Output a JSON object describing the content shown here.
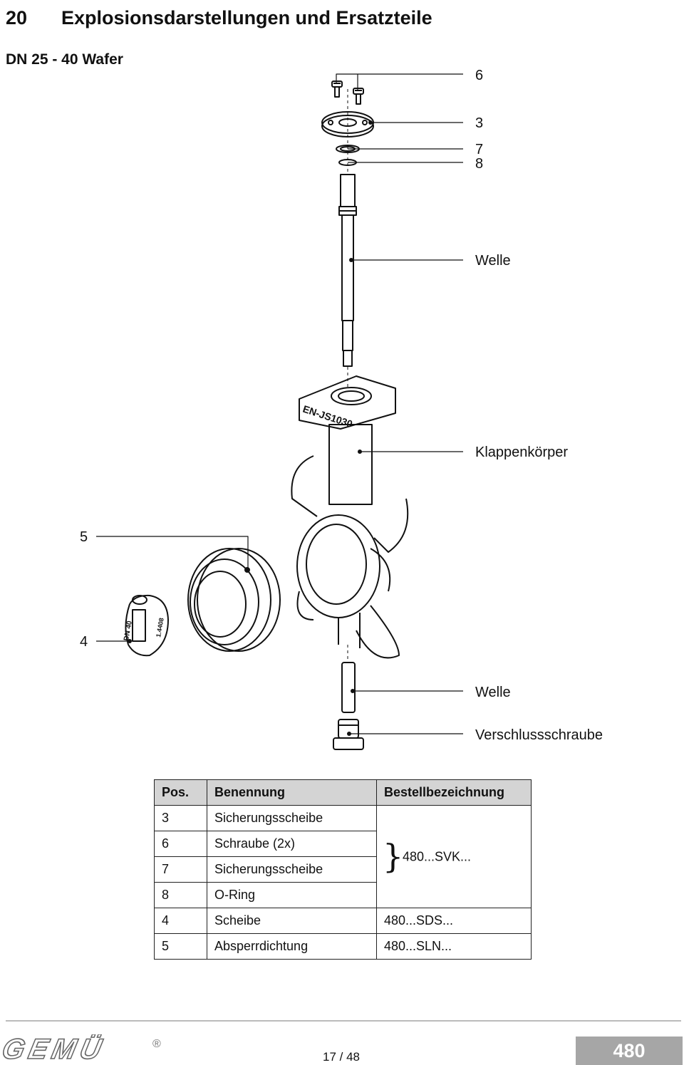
{
  "section": {
    "number": "20",
    "title": "Explosionsdarstellungen und Ersatzteile"
  },
  "subtitle": "DN 25 - 40 Wafer",
  "callouts": {
    "c6": "6",
    "c3": "3",
    "c7": "7",
    "c8": "8",
    "welle_top": "Welle",
    "klappenkoerper": "Klappenkörper",
    "c5": "5",
    "c4": "4",
    "welle_bottom": "Welle",
    "verschlussschraube": "Verschlussschraube"
  },
  "part_markings": {
    "body": "EN-JS1030",
    "disc_size": "DN 40",
    "disc_mat": "1.4408"
  },
  "table": {
    "headers": [
      "Pos.",
      "Benennung",
      "Bestellbezeichnung"
    ],
    "rows": [
      {
        "pos": "3",
        "name": "Sicherungsscheibe",
        "order": ""
      },
      {
        "pos": "6",
        "name": "Schraube (2x)",
        "order": ""
      },
      {
        "pos": "7",
        "name": "Sicherungsscheibe",
        "order": ""
      },
      {
        "pos": "8",
        "name": "O-Ring",
        "order": ""
      },
      {
        "pos": "4",
        "name": "Scheibe",
        "order": "480...SDS..."
      },
      {
        "pos": "5",
        "name": "Absperrdichtung",
        "order": "480...SLN..."
      }
    ],
    "group_order": "480...SVK...",
    "brace": "}"
  },
  "footer": {
    "logo": "GEMÜ",
    "registered": "®",
    "page": "17 / 48",
    "product": "480"
  }
}
